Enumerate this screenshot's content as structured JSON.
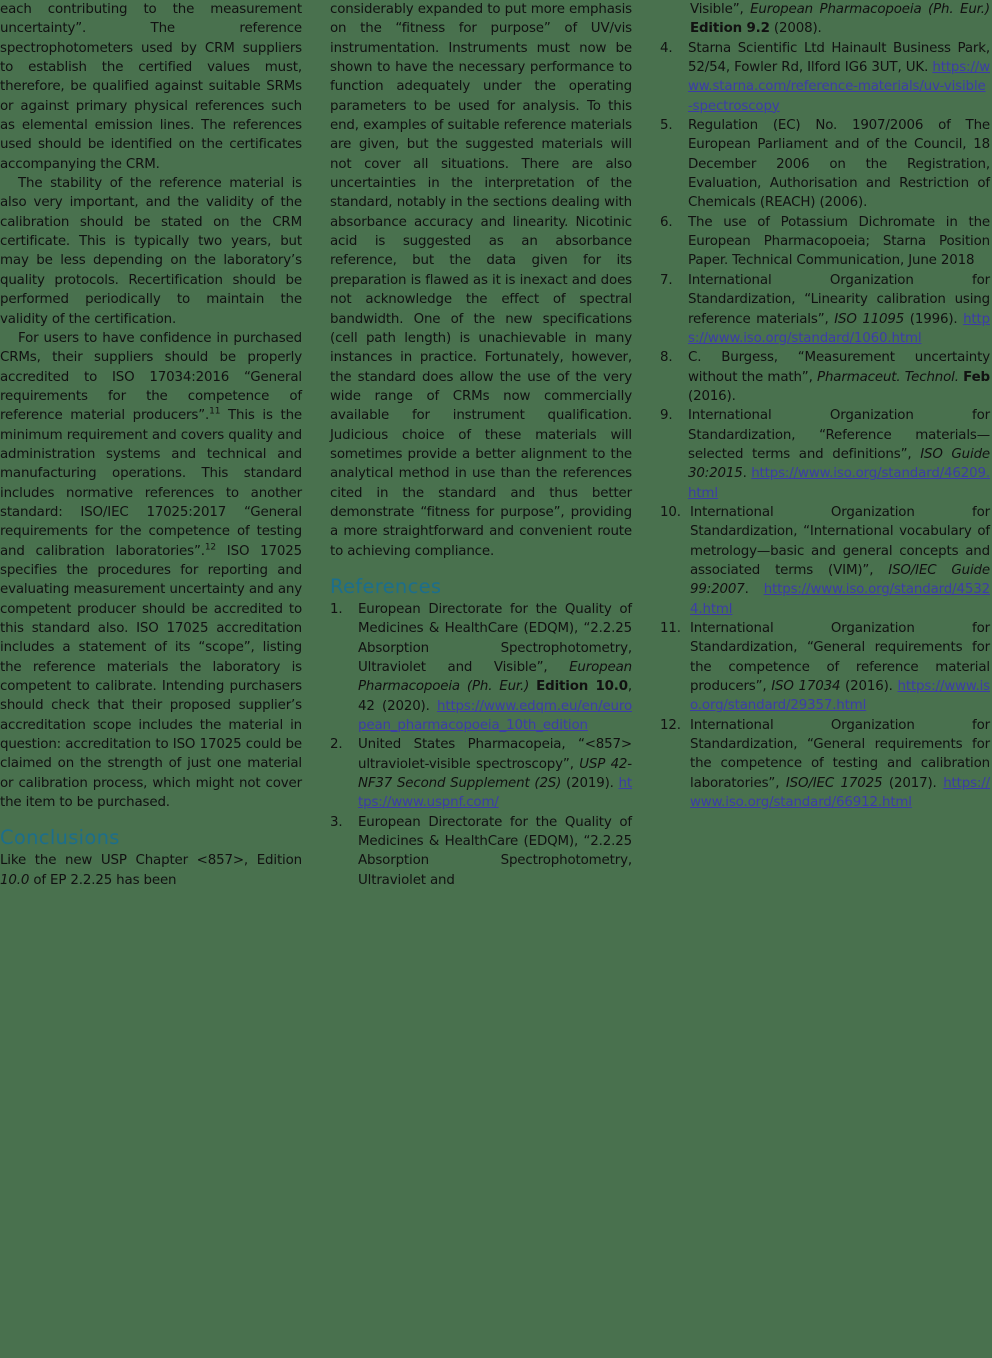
{
  "document": {
    "background_color": "#49714e",
    "text_color": "#111111",
    "heading_color": "#1c6e8c",
    "link_color": "#3c3ca8"
  },
  "column1": {
    "paragraphs": [
      "each contributing to the measurement uncertainty”. The reference spectrophotometers used by CRM suppliers to establish the certified values must, therefore, be qualified against suitable SRMs or against primary physical references such as elemental emission lines. The references used should be identified on the certificates accompanying the CRM.",
      "The stability of the reference material is also very important, and the validity of the calibration should be stated on the CRM certificate. This is typically two years, but may be less depending on the laboratory’s quality protocols. Recertification should be performed periodically to maintain the validity of the certification."
    ],
    "paragraph3": {
      "part1": "For users to have confidence in purchased CRMs, their suppliers should be properly accredited to ISO 17034:2016 “General requirements for the competence of reference material producers”.",
      "sup1": "11",
      "part2": " This is the minimum requirement and covers quality and administration systems and technical and manufacturing operations. This standard includes normative references to another standard: ISO/IEC 17025:2017 “General requirements for the competence of testing and calibration laboratories”.",
      "sup2": "12",
      "part3": " ISO 17025 specifies the procedures for reporting and evaluating measurement uncertainty and any competent producer should be accredited to this standard also. ISO 17025 accreditation includes a statement of its “scope”, listing the reference materials the laboratory is competent to calibrate. Intending purchasers should check that their proposed supplier’s accreditation scope includes the material in question: accreditation to ISO 17025 could be claimed on the strength of just one material or calibration process, which might not cover the item to be purchased."
    },
    "conclusions_heading": "Conclusions",
    "conclusions": {
      "part1": "Like the new USP Chapter <857>, Edition ",
      "edition_italic": "10.0",
      "part2": " of EP 2.2.25 has been"
    }
  },
  "column2": {
    "paragraph_continued": "considerably expanded to put more emphasis on the “fitness for purpose” of UV/vis instrumentation. Instruments must now be shown to have the necessary performance to function adequately under the operating parameters to be used for analysis. To this end, examples of suitable reference materials are given, but the suggested materials will not cover all situations. There are also uncertainties in the interpretation of the standard, notably in the sections dealing with absorbance accuracy and linearity. Nicotinic acid is suggested as an absorbance reference, but the data given for its preparation is flawed as it is inexact and does not acknowledge the effect of spectral bandwidth. One of the new specifications (cell path length) is unachievable in many instances in practice. Fortunately, however, the standard does allow the use of the very wide range of CRMs now commercially available for instrument qualification. Judicious choice of these materials will sometimes provide a better alignment to the analytical method in use than the references cited in the standard and thus better demonstrate “fitness for purpose”, providing a more straightforward and convenient route to achieving compliance.",
    "references_heading": "References",
    "references": [
      {
        "num": "1.",
        "segments": [
          {
            "type": "plain",
            "text": "European Directorate for the Quality of Medicines & HealthCare (EDQM), “2.2.25 Absorption Spectrophotometry, Ultraviolet and Visible”, "
          },
          {
            "type": "italic",
            "text": "European Pharmacopoeia (Ph. Eur.)"
          },
          {
            "type": "plain",
            "text": " "
          },
          {
            "type": "bold",
            "text": "Edition 10.0"
          },
          {
            "type": "plain",
            "text": ", 42 (2020). "
          },
          {
            "type": "link",
            "text": "https://www.edqm.eu/en/european_pharmacopoeia_10th_edition"
          }
        ]
      },
      {
        "num": "2.",
        "segments": [
          {
            "type": "plain",
            "text": "United States Pharmacopeia, “<857> ultraviolet-visible spectroscopy”, "
          },
          {
            "type": "italic",
            "text": "USP 42-NF37 Second Supplement (2S)"
          },
          {
            "type": "plain",
            "text": " (2019). "
          },
          {
            "type": "link",
            "text": "https://www.uspnf.com/"
          }
        ]
      },
      {
        "num": "3.",
        "segments": [
          {
            "type": "plain",
            "text": "European Directorate for the Quality of Medicines & HealthCare (EDQM), “2.2.25 Absorption Spectrophotometry, Ultraviolet and"
          }
        ]
      }
    ]
  },
  "column3": {
    "reference3_continued": [
      {
        "type": "plain",
        "text": "Visible”, "
      },
      {
        "type": "italic",
        "text": "European Pharmacopoeia (Ph. Eur.)"
      },
      {
        "type": "plain",
        "text": " "
      },
      {
        "type": "bold",
        "text": "Edition 9.2"
      },
      {
        "type": "plain",
        "text": " (2008)."
      }
    ],
    "references": [
      {
        "num": "4.",
        "segments": [
          {
            "type": "plain",
            "text": "Starna Scientific Ltd Hainault Business Park, 52/54, Fowler Rd, Ilford IG6 3UT, UK. "
          },
          {
            "type": "link",
            "text": "https://www.starna.com/reference-materials/uv-visible-spectroscopy"
          }
        ]
      },
      {
        "num": "5.",
        "segments": [
          {
            "type": "plain",
            "text": "Regulation (EC) No. 1907/2006 of The European Parliament and of the Council, 18 December 2006 on the Registration, Evaluation, Authorisation and Restriction of Chemicals (REACH) (2006)."
          }
        ]
      },
      {
        "num": "6.",
        "segments": [
          {
            "type": "plain",
            "text": "The use of Potassium Dichromate in the European Pharmacopoeia; Starna Position Paper. Technical Communication, June 2018"
          }
        ]
      },
      {
        "num": "7.",
        "segments": [
          {
            "type": "plain",
            "text": "International Organization for Standardization, “Linearity calibration using reference materials”, "
          },
          {
            "type": "italic",
            "text": "ISO 11095"
          },
          {
            "type": "plain",
            "text": " (1996). "
          },
          {
            "type": "link",
            "text": "https://www.iso.org/standard/1060.html"
          }
        ]
      },
      {
        "num": "8.",
        "segments": [
          {
            "type": "plain",
            "text": "C. Burgess, “Measurement uncertainty without the math”, "
          },
          {
            "type": "italic",
            "text": "Pharmaceut. Technol."
          },
          {
            "type": "plain",
            "text": " "
          },
          {
            "type": "bold",
            "text": "Feb"
          },
          {
            "type": "plain",
            "text": " (2016)."
          }
        ]
      },
      {
        "num": "9.",
        "segments": [
          {
            "type": "plain",
            "text": "International Organization for Standardization, “Reference materials—selected terms and definitions”, "
          },
          {
            "type": "italic",
            "text": "ISO Guide 30:2015"
          },
          {
            "type": "plain",
            "text": ". "
          },
          {
            "type": "link",
            "text": "https://www.iso.org/standard/46209.html"
          }
        ]
      },
      {
        "num": "10.",
        "segments": [
          {
            "type": "plain",
            "text": "International Organization for Standardization, “International vocabulary of metrology—basic and general concepts and associated terms (VIM)”, "
          },
          {
            "type": "italic",
            "text": "ISO/IEC Guide 99:2007"
          },
          {
            "type": "plain",
            "text": ". "
          },
          {
            "type": "link",
            "text": "https://www.iso.org/standard/45324.html"
          }
        ]
      },
      {
        "num": "11.",
        "segments": [
          {
            "type": "plain",
            "text": "International Organization for Standardization, “General requirements for the competence of reference material producers”, "
          },
          {
            "type": "italic",
            "text": "ISO 17034"
          },
          {
            "type": "plain",
            "text": " (2016). "
          },
          {
            "type": "link",
            "text": "https://www.iso.org/standard/29357.html"
          }
        ]
      },
      {
        "num": "12.",
        "segments": [
          {
            "type": "plain",
            "text": "International Organization for Standardization, “General requirements for the competence of testing and calibration laboratories”, "
          },
          {
            "type": "italic",
            "text": "ISO/IEC 17025"
          },
          {
            "type": "plain",
            "text": " (2017). "
          },
          {
            "type": "link",
            "text": "https://www.iso.org/standard/66912.html"
          }
        ]
      }
    ]
  }
}
